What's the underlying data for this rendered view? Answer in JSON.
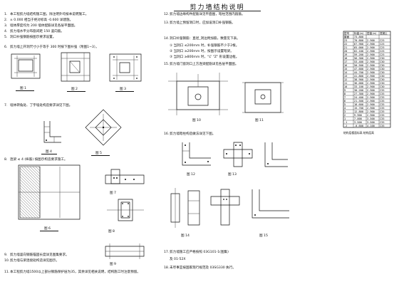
{
  "title": "剪力墙结构说明",
  "fig_captions": {
    "fig1": "图 1",
    "fig2": "图 2",
    "fig3": "图 3",
    "fig4": "图 4",
    "fig5": "图 5",
    "fig6": "图 6",
    "fig7": "图 7",
    "fig8": "图 8",
    "fig9": "图 9",
    "fig10": "图 10",
    "fig11": "图 11",
    "fig12": "图 12",
    "fig13": "图 13",
    "fig14": "图 14",
    "fig15": "图 15"
  },
  "notes_left": [
    {
      "num": "1.",
      "text": "本工程剪力墙结构施工图，除注明外均按本说明施工。"
    },
    {
      "num": "2.",
      "text": "± 0.000 相当于绝对标高 -0.600 详建施。"
    },
    {
      "num": "3.",
      "text": "墙体厚度均为 200 墙体配筋详见各层平面图。"
    },
    {
      "num": "4.",
      "text": "剪力墙水平分布筋间距 150 竖向筋。"
    },
    {
      "num": "5.",
      "text": "洞口补强钢筋按图示要求设置。"
    },
    {
      "num": "6.",
      "text": "剪力墙上开洞尺寸小于等于 300 时按下图补强（附图1~3）。"
    },
    {
      "num": "7.",
      "text": "墙体转角处、丁字墙处构造要求详见下图。"
    },
    {
      "num": "8.",
      "text": "连梁 ≤ 4 (纵筋) 按图示构造要求施工。"
    },
    {
      "num": "9.",
      "text": "剪力墙竖向钢筋锚固长度详见图集要求。"
    },
    {
      "num": "10.",
      "text": "剪力墙与梁连接处构造详见图示。"
    },
    {
      "num": "11.",
      "text": "本工程剪力墙1500以上部分钢筋保护层为35，其余详见相关说明，结构施工时注意预留。"
    }
  ],
  "notes_middle": [
    {
      "num": "12.",
      "text": "剪力墙边缘构件配筋详见平面图，暗柱范围内箍筋。"
    },
    {
      "num": "13.",
      "text": "剪力墙上预留洞口时，应加设洞口补强钢筋。"
    },
    {
      "num": "14.",
      "text": "洞口补强钢筋：直径_洞边附加筋，数量见下表。"
    },
    {
      "num": "",
      "text": "① 当洞口 ≤200mm 时，补强钢筋不少于2根。"
    },
    {
      "num": "",
      "text": "② 当洞口 ≥200mm 时，按图示设置暗梁。"
    },
    {
      "num": "",
      "text": "③ 当洞口 ≥800mm 时，“L” “Z” 形设置边框。"
    },
    {
      "num": "15.",
      "text": "剪力墙门窗洞口上方连梁配筋详见各层平面图。"
    },
    {
      "num": "16.",
      "text": "剪力墙暗柱构造做法详见下图。"
    },
    {
      "num": "17.",
      "text": "剪力墙施工应严格按照 03G101-1(图集)"
    },
    {
      "num": "",
      "text": "及 01-52X"
    },
    {
      "num": "18.",
      "text": "未尽事宜按国家现行规范及 03SG330 执行。"
    }
  ],
  "table": {
    "headers": [
      "层号",
      "标高(m)",
      "层高(m)",
      "混凝土"
    ],
    "rows": [
      [
        "屋面",
        "73.800",
        "",
        ""
      ],
      [
        "23",
        "70.800",
        "2.900",
        "C25"
      ],
      [
        "22",
        "67.900",
        "2.900",
        "C25"
      ],
      [
        "21",
        "65.000",
        "2.900",
        "C25"
      ],
      [
        "20",
        "62.100",
        "2.900",
        "C25"
      ],
      [
        "19",
        "59.200",
        "2.900",
        "C25"
      ],
      [
        "18",
        "56.300",
        "2.900",
        "C30"
      ],
      [
        "17",
        "53.400",
        "2.900",
        "C30"
      ],
      [
        "16",
        "50.500",
        "2.900",
        "C30"
      ],
      [
        "15",
        "47.600",
        "2.900",
        "C30"
      ],
      [
        "14",
        "44.700",
        "2.900",
        "C30"
      ],
      [
        "13",
        "41.800",
        "2.900",
        "C30"
      ],
      [
        "12",
        "38.900",
        "2.900",
        "C30"
      ],
      [
        "11",
        "36.000",
        "2.900",
        "C30"
      ],
      [
        "10",
        "33.100",
        "2.900",
        "C30"
      ],
      [
        "9",
        "30.200",
        "2.900",
        "C35"
      ],
      [
        "8",
        "27.300",
        "2.900",
        "C35"
      ],
      [
        "7",
        "24.400",
        "2.900",
        "C35"
      ],
      [
        "6",
        "21.500",
        "2.900",
        "C35"
      ],
      [
        "5",
        "18.600",
        "2.900",
        "C35"
      ],
      [
        "4",
        "15.700",
        "2.900",
        "C35"
      ],
      [
        "3",
        "12.800",
        "2.900",
        "C35"
      ],
      [
        "2",
        "9.900",
        "2.900",
        "C35"
      ],
      [
        "1",
        "7.000",
        "3.500",
        "C35"
      ],
      [
        "-1",
        "3.500",
        "3.500",
        "C35"
      ],
      [
        "-2",
        "-0.600",
        "4.100",
        "C35"
      ]
    ],
    "caption": "结构层楼面标高 结构层高"
  }
}
